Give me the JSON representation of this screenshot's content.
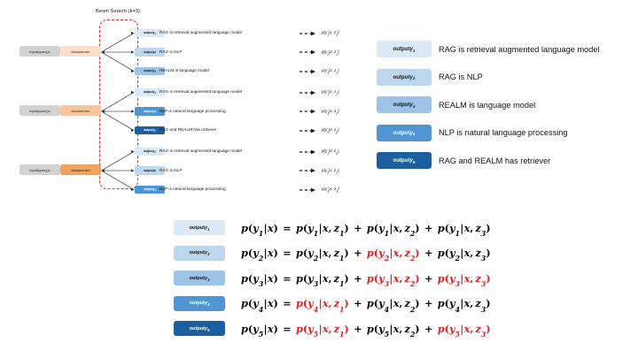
{
  "figure": {
    "beam_search_title": "Beam Search (k=3)"
  },
  "colors": {
    "accent_red": "#ee1c1c",
    "dashed_box": "#ec2024",
    "input_gray": "#d2d2d2",
    "doc_z1": "#fbdfcb",
    "doc_z2": "#f7c49b",
    "doc_z3": "#f0a35e",
    "y1": "#dbe8f5",
    "y2": "#bdd7ee",
    "y3": "#9dc3e6",
    "y4": "#4f95d4",
    "y5": "#1b5f9e",
    "arrow_gray": "#595959"
  },
  "labels": {
    "input_text": "input(query) ",
    "input_var": "x",
    "document_text": "document ",
    "document_var": "z",
    "output_text": "output ",
    "output_var": "y"
  },
  "groups": [
    {
      "group_id": 1,
      "input_label": "input(query) x",
      "document_label": "document z",
      "document_sub": "1",
      "document_color_class": "doc-1",
      "branches": [
        {
          "output_label": "output y",
          "output_sub": "1",
          "color_class": "c1",
          "sentence": "RAG is retrieval augmented language model",
          "prob": "p(y1|x, z1)",
          "prob_y": "1",
          "prob_z": "1"
        },
        {
          "output_label": "output y",
          "output_sub": "2",
          "color_class": "c2",
          "sentence": "RAG is NLP",
          "prob": "p(y2|x, z1)",
          "prob_y": "2",
          "prob_z": "1"
        },
        {
          "output_label": "output y",
          "output_sub": "3",
          "color_class": "c3",
          "sentence": "REALM is language model",
          "prob": "p(y3|x, z1)",
          "prob_y": "3",
          "prob_z": "1"
        }
      ]
    },
    {
      "group_id": 2,
      "input_label": "input(query) x",
      "document_label": "document z",
      "document_sub": "2",
      "document_color_class": "doc-2",
      "branches": [
        {
          "output_label": "output y",
          "output_sub": "1",
          "color_class": "c1",
          "sentence": "RAG is retrieval augmented language model",
          "prob": "p(y1|x, z2)",
          "prob_y": "1",
          "prob_z": "2"
        },
        {
          "output_label": "output y",
          "output_sub": "4",
          "color_class": "c4",
          "sentence": "NLP is natural language processing",
          "prob": "p(y4|x, z2)",
          "prob_y": "4",
          "prob_z": "2"
        },
        {
          "output_label": "output y",
          "output_sub": "5",
          "color_class": "c5",
          "sentence": "RAG and REALM has retriever",
          "prob": "p(y5|x, z2)",
          "prob_y": "5",
          "prob_z": "2"
        }
      ]
    },
    {
      "group_id": 3,
      "input_label": "input(query) x",
      "document_label": "document z",
      "document_sub": "3",
      "document_color_class": "doc-3",
      "branches": [
        {
          "output_label": "output y",
          "output_sub": "1",
          "color_class": "c1",
          "sentence": "RAG is retrieval augmented language model",
          "prob": "p(y1|x, z3)",
          "prob_y": "1",
          "prob_z": "3"
        },
        {
          "output_label": "output y",
          "output_sub": "2",
          "color_class": "c2",
          "sentence": "RAG is NLP",
          "prob": "p(y2|x, z3)",
          "prob_y": "2",
          "prob_z": "3"
        },
        {
          "output_label": "output y",
          "output_sub": "4",
          "color_class": "c4",
          "sentence": "NLP is natural language processing",
          "prob": "p(y4|x, z3)",
          "prob_y": "4",
          "prob_z": "3"
        }
      ]
    }
  ],
  "legend": [
    {
      "pill_label": "output y",
      "sub": "1",
      "color_class": "c1",
      "text": "RAG is retrieval augmented language model"
    },
    {
      "pill_label": "output y",
      "sub": "2",
      "color_class": "c2",
      "text": "RAG is NLP"
    },
    {
      "pill_label": "output y",
      "sub": "3",
      "color_class": "c3",
      "text": "REALM is language model"
    },
    {
      "pill_label": "output y",
      "sub": "4",
      "color_class": "c4",
      "text": "NLP is natural language processing"
    },
    {
      "pill_label": "output y",
      "sub": "5",
      "color_class": "c5",
      "text": "RAG and REALM has retriever"
    }
  ],
  "equations": [
    {
      "pill_label": "output y",
      "sub": "1",
      "color_class": "c1",
      "lhs": "p(y1|x)",
      "terms": [
        {
          "text": "p(y1|x, z1)",
          "y": "1",
          "z": "1",
          "red": false
        },
        {
          "text": "p(y1|x, z2)",
          "y": "1",
          "z": "2",
          "red": false
        },
        {
          "text": "p(y1|x, z3)",
          "y": "1",
          "z": "3",
          "red": false
        }
      ]
    },
    {
      "pill_label": "output y",
      "sub": "2",
      "color_class": "c2",
      "lhs": "p(y2|x)",
      "terms": [
        {
          "text": "p(y2|x, z1)",
          "y": "2",
          "z": "1",
          "red": false
        },
        {
          "text": "p(y2|x, z2)",
          "y": "2",
          "z": "2",
          "red": true
        },
        {
          "text": "p(y2|x, z3)",
          "y": "2",
          "z": "3",
          "red": false
        }
      ]
    },
    {
      "pill_label": "output y",
      "sub": "3",
      "color_class": "c3",
      "lhs": "p(y3|x)",
      "terms": [
        {
          "text": "p(y3|x, z1)",
          "y": "3",
          "z": "1",
          "red": false
        },
        {
          "text": "p(y3|x, z2)",
          "y": "3",
          "z": "2",
          "red": true
        },
        {
          "text": "p(y3|x, z3)",
          "y": "3",
          "z": "3",
          "red": true
        }
      ]
    },
    {
      "pill_label": "output y",
      "sub": "4",
      "color_class": "c4",
      "lhs": "p(y4|x)",
      "terms": [
        {
          "text": "p(y4|x, z1)",
          "y": "4",
          "z": "1",
          "red": true
        },
        {
          "text": "p(y4|x, z2)",
          "y": "4",
          "z": "2",
          "red": false
        },
        {
          "text": "p(y4|x, z3)",
          "y": "4",
          "z": "3",
          "red": false
        }
      ]
    },
    {
      "pill_label": "output y",
      "sub": "5",
      "color_class": "c5",
      "lhs": "p(y5|x)",
      "terms": [
        {
          "text": "p(y5|x, z1)",
          "y": "5",
          "z": "1",
          "red": true
        },
        {
          "text": "p(y5|x, z2)",
          "y": "5",
          "z": "2",
          "red": false
        },
        {
          "text": "p(y5|x, z3)",
          "y": "5",
          "z": "3",
          "red": true
        }
      ]
    }
  ]
}
